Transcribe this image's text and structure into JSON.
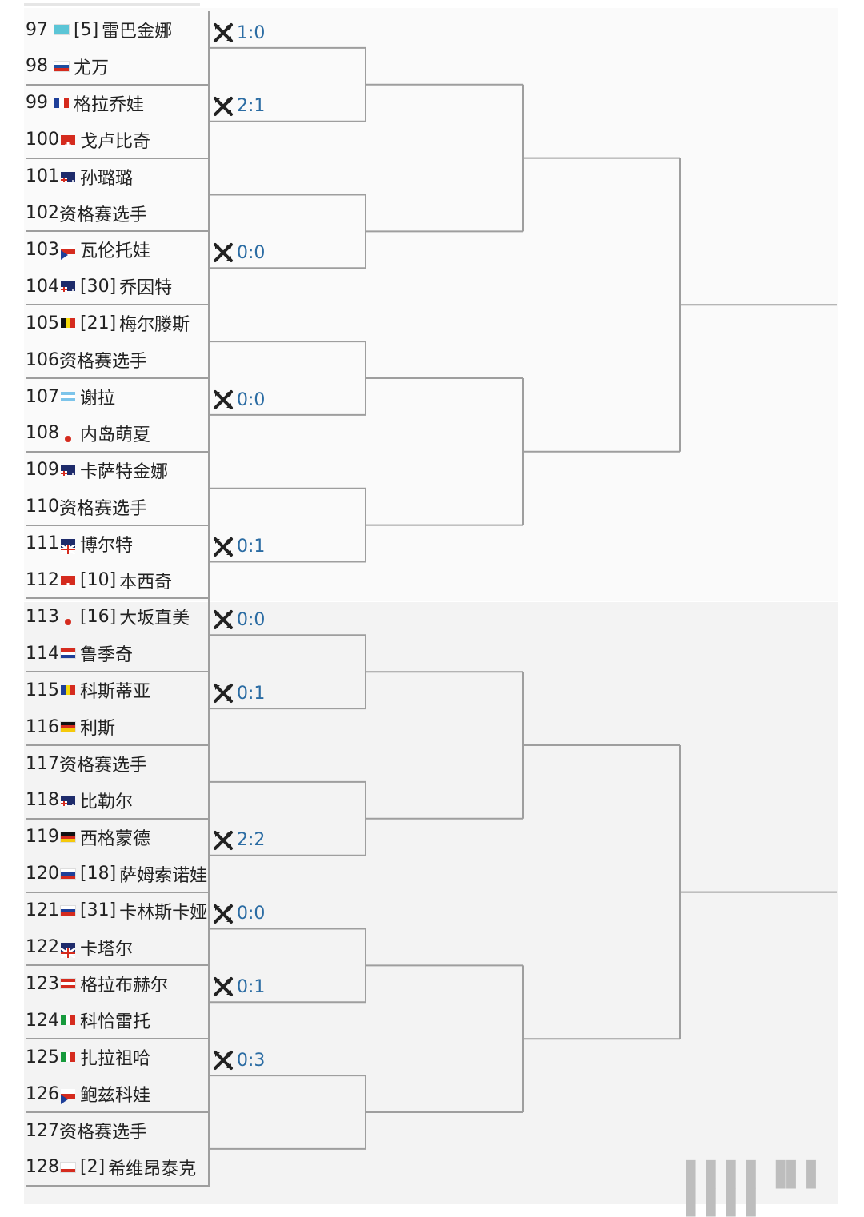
{
  "players": [
    {
      "num": "97",
      "seed": "[5]",
      "name": "雷巴金娜",
      "flag": "kz"
    },
    {
      "num": "98",
      "seed": "",
      "name": "尤万",
      "flag": "si"
    },
    {
      "num": "99",
      "seed": "",
      "name": "格拉乔娃",
      "flag": "fr"
    },
    {
      "num": "100",
      "seed": "",
      "name": "戈卢比奇",
      "flag": "ch"
    },
    {
      "num": "101",
      "seed": "",
      "name": "孙璐璐",
      "flag": "nz"
    },
    {
      "num": "102",
      "seed": "",
      "name": "资格赛选手",
      "flag": ""
    },
    {
      "num": "103",
      "seed": "",
      "name": "瓦伦托娃",
      "flag": "cz"
    },
    {
      "num": "104",
      "seed": "[30]",
      "name": "乔因特",
      "flag": "au"
    },
    {
      "num": "105",
      "seed": "[21]",
      "name": "梅尔滕斯",
      "flag": "be"
    },
    {
      "num": "106",
      "seed": "",
      "name": "资格赛选手",
      "flag": ""
    },
    {
      "num": "107",
      "seed": "",
      "name": "谢拉",
      "flag": "ar"
    },
    {
      "num": "108",
      "seed": "",
      "name": "内岛萌夏",
      "flag": "jp"
    },
    {
      "num": "109",
      "seed": "",
      "name": "卡萨特金娜",
      "flag": "au"
    },
    {
      "num": "110",
      "seed": "",
      "name": "资格赛选手",
      "flag": ""
    },
    {
      "num": "111",
      "seed": "",
      "name": "博尔特",
      "flag": "gb"
    },
    {
      "num": "112",
      "seed": "[10]",
      "name": "本西奇",
      "flag": "ch"
    },
    {
      "num": "113",
      "seed": "[16]",
      "name": "大坂直美",
      "flag": "jp"
    },
    {
      "num": "114",
      "seed": "",
      "name": "鲁季奇",
      "flag": "hr"
    },
    {
      "num": "115",
      "seed": "",
      "name": "科斯蒂亚",
      "flag": "ro"
    },
    {
      "num": "116",
      "seed": "",
      "name": "利斯",
      "flag": "de"
    },
    {
      "num": "117",
      "seed": "",
      "name": "资格赛选手",
      "flag": ""
    },
    {
      "num": "118",
      "seed": "",
      "name": "比勒尔",
      "flag": "au"
    },
    {
      "num": "119",
      "seed": "",
      "name": "西格蒙德",
      "flag": "de"
    },
    {
      "num": "120",
      "seed": "[18]",
      "name": "萨姆索诺娃",
      "flag": "ru"
    },
    {
      "num": "121",
      "seed": "[31]",
      "name": "卡林斯卡娅",
      "flag": "ru"
    },
    {
      "num": "122",
      "seed": "",
      "name": "卡塔尔",
      "flag": "gb"
    },
    {
      "num": "123",
      "seed": "",
      "name": "格拉布赫尔",
      "flag": "at"
    },
    {
      "num": "124",
      "seed": "",
      "name": "科恰雷托",
      "flag": "it"
    },
    {
      "num": "125",
      "seed": "",
      "name": "扎拉祖哈",
      "flag": "mx"
    },
    {
      "num": "126",
      "seed": "",
      "name": "鲍兹科娃",
      "flag": "cz"
    },
    {
      "num": "127",
      "seed": "",
      "name": "资格赛选手",
      "flag": ""
    },
    {
      "num": "128",
      "seed": "[2]",
      "name": "希维昂泰克",
      "flag": "pl"
    }
  ],
  "scores": [
    {
      "match": 0,
      "text": "1:0"
    },
    {
      "match": 2,
      "text": "2:1"
    },
    {
      "match": 6,
      "text": "0:0"
    },
    {
      "match": 10,
      "text": "0:0"
    },
    {
      "match": 14,
      "text": "0:1"
    },
    {
      "match": 16,
      "text": "0:0"
    },
    {
      "match": 18,
      "text": "0:1"
    },
    {
      "match": 22,
      "text": "2:2"
    },
    {
      "match": 24,
      "text": "0:0"
    },
    {
      "match": 26,
      "text": "0:1"
    },
    {
      "match": 28,
      "text": "0:3"
    }
  ],
  "score_icon": "head-to-head-icon",
  "flag_colors": {
    "kz": [
      "#5bc5d6",
      "#5bc5d6",
      "#5bc5d6"
    ],
    "si": [
      "#ffffff",
      "#1e4ea0",
      "#d52b1e"
    ],
    "fr": [
      "#1e3f99",
      "#ffffff",
      "#d52b1e"
    ],
    "ch": [
      "#d52b1e",
      "#d52b1e",
      "#d52b1e"
    ],
    "nz": [
      "#1e2b6b",
      "#1e2b6b",
      "#1e2b6b"
    ],
    "cz": [
      "#ffffff",
      "#d52b1e",
      "#1e3f99"
    ],
    "au": [
      "#1e2b6b",
      "#1e2b6b",
      "#1e2b6b"
    ],
    "be": [
      "#111111",
      "#f5d90a",
      "#d52b1e"
    ],
    "ar": [
      "#7cc4ea",
      "#ffffff",
      "#7cc4ea"
    ],
    "jp": [
      "#ffffff",
      "#d52b1e",
      "#ffffff"
    ],
    "gb": [
      "#1e2b6b",
      "#d52b1e",
      "#1e2b6b"
    ],
    "hr": [
      "#d52b1e",
      "#ffffff",
      "#1e3f99"
    ],
    "ro": [
      "#1e3f99",
      "#f5d90a",
      "#d52b1e"
    ],
    "de": [
      "#111111",
      "#d52b1e",
      "#f5c90a"
    ],
    "ru": [
      "#ffffff",
      "#1e3f99",
      "#d52b1e"
    ],
    "at": [
      "#d52b1e",
      "#ffffff",
      "#d52b1e"
    ],
    "it": [
      "#179a3c",
      "#ffffff",
      "#d52b1e"
    ],
    "mx": [
      "#179a3c",
      "#ffffff",
      "#d52b1e"
    ],
    "pl": [
      "#ffffff",
      "#ffffff",
      "#d52b1e"
    ]
  },
  "line_color": "#9e9e9e",
  "score_color": "#2b6ca3"
}
